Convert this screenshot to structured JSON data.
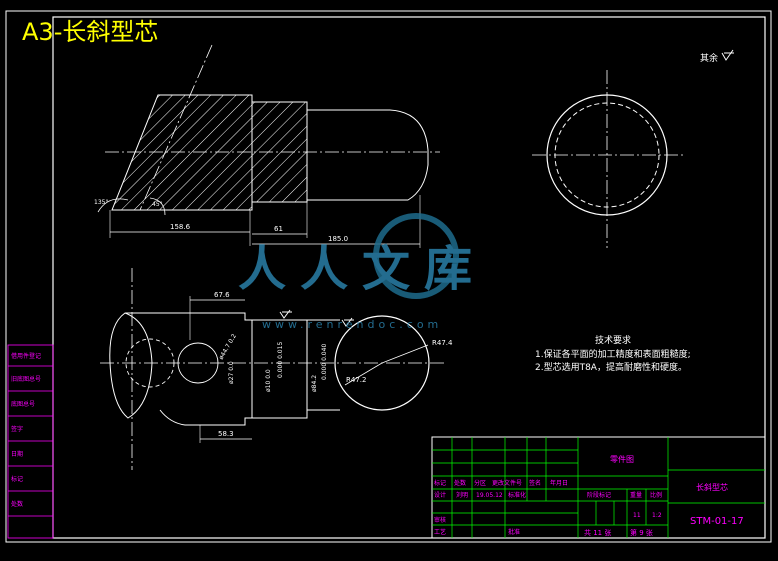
{
  "title": "A3-长斜型芯",
  "roughness_note": "其余",
  "dimensions": {
    "d1": "158.6",
    "d2": "61",
    "d3": "185.0",
    "d4": "67.6",
    "d5": "58.3",
    "d6": "R47.4",
    "d7": "R47.2",
    "d8": "ø44.7 0.2",
    "d9": "ø27 0.0",
    "d10": "ø10 0.0",
    "d11": "0.000 0.015",
    "d12": "ø84.2",
    "d13": "0.000 0.040"
  },
  "tech_req": {
    "heading": "技术要求",
    "line1": "1.保证各平面的加工精度和表面粗糙度;",
    "line2": "2.型芯选用T8A，提高耐磨性和硬度。"
  },
  "watermark": {
    "text": "人人文库",
    "url": "www.renrendoc.com"
  },
  "side_table": [
    "借用件登记",
    "旧底图总号",
    "底图总号",
    "签字",
    "日期",
    "标记",
    "处数"
  ],
  "title_block": {
    "drawing_type": "零件图",
    "part_name": "长斜型芯",
    "drawing_no": "STM-01-17",
    "labels": {
      "mark": "标记",
      "count": "处数",
      "zone": "分区",
      "change_doc": "更改文件号",
      "sign": "签名",
      "date_h": "年月日",
      "design": "设计",
      "designer": "刘明",
      "date": "19.05.12",
      "standard": "标准化",
      "check": "审核",
      "process": "工艺",
      "approve": "批准",
      "stage": "阶段标记",
      "weight": "重量",
      "scale": "比例",
      "weight_val": "11",
      "scale_val": "1:2",
      "sheets": "共 11 张",
      "sheet": "第 9 张"
    }
  }
}
